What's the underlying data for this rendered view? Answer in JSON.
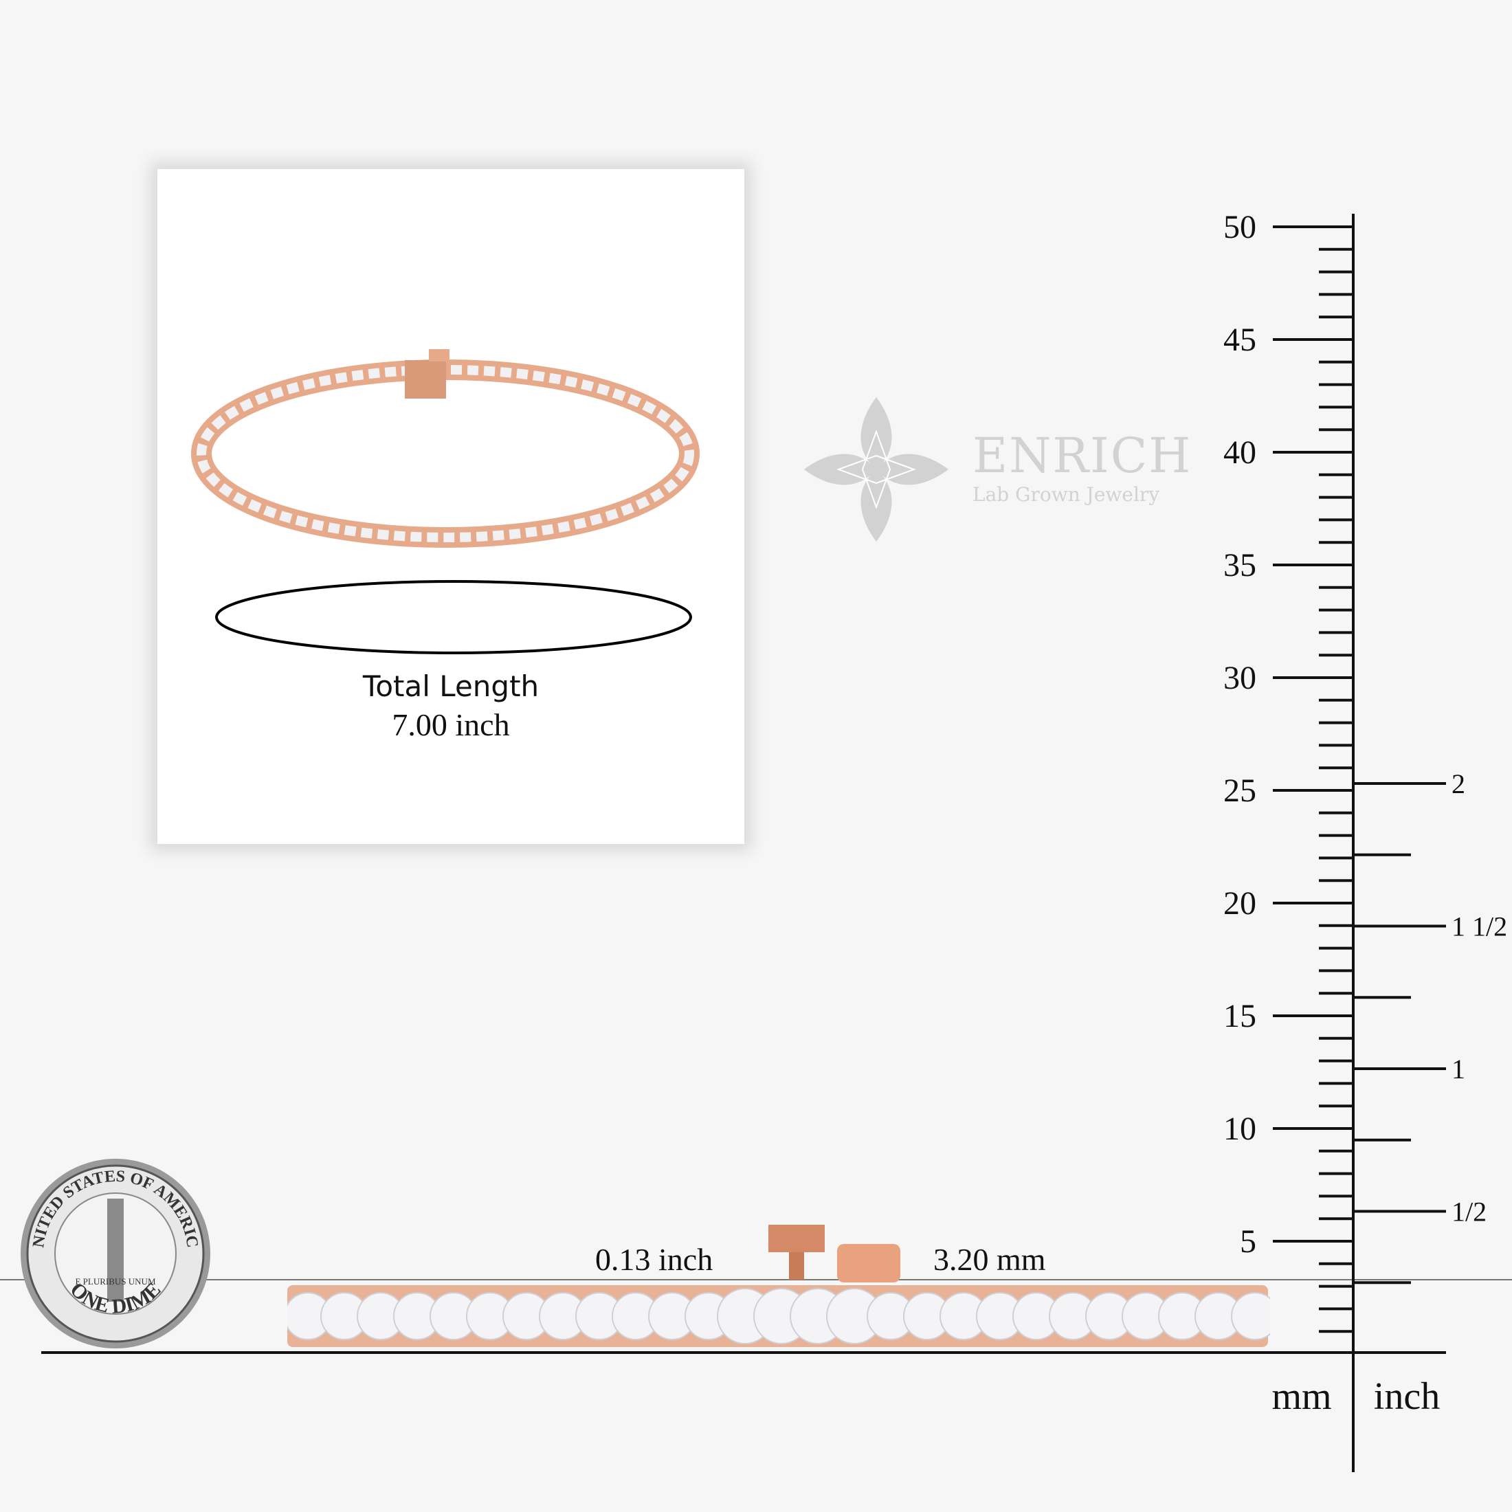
{
  "card": {
    "title": "Total Length",
    "value": "7.00 inch"
  },
  "logo": {
    "name": "ENRICH",
    "tagline": "Lab Grown Jewelry"
  },
  "measurements": {
    "width_inch": "0.13 inch",
    "width_mm": "3.20 mm"
  },
  "ruler": {
    "mm_labels": [
      "5",
      "10",
      "15",
      "20",
      "25",
      "30",
      "35",
      "40",
      "45",
      "50"
    ],
    "inch_labels": [
      "1/2",
      "1",
      "1 1/2",
      "2"
    ],
    "unit_mm": "mm",
    "unit_inch": "inch"
  },
  "coin": {
    "top_text": "UNITED STATES OF AMERICA",
    "bottom_text": "ONE DIME",
    "motto": "E PLURIBUS UNUM"
  },
  "colors": {
    "gold": "#e6a98a",
    "gold_dark": "#c98868",
    "logo": "#d2d2d2"
  }
}
